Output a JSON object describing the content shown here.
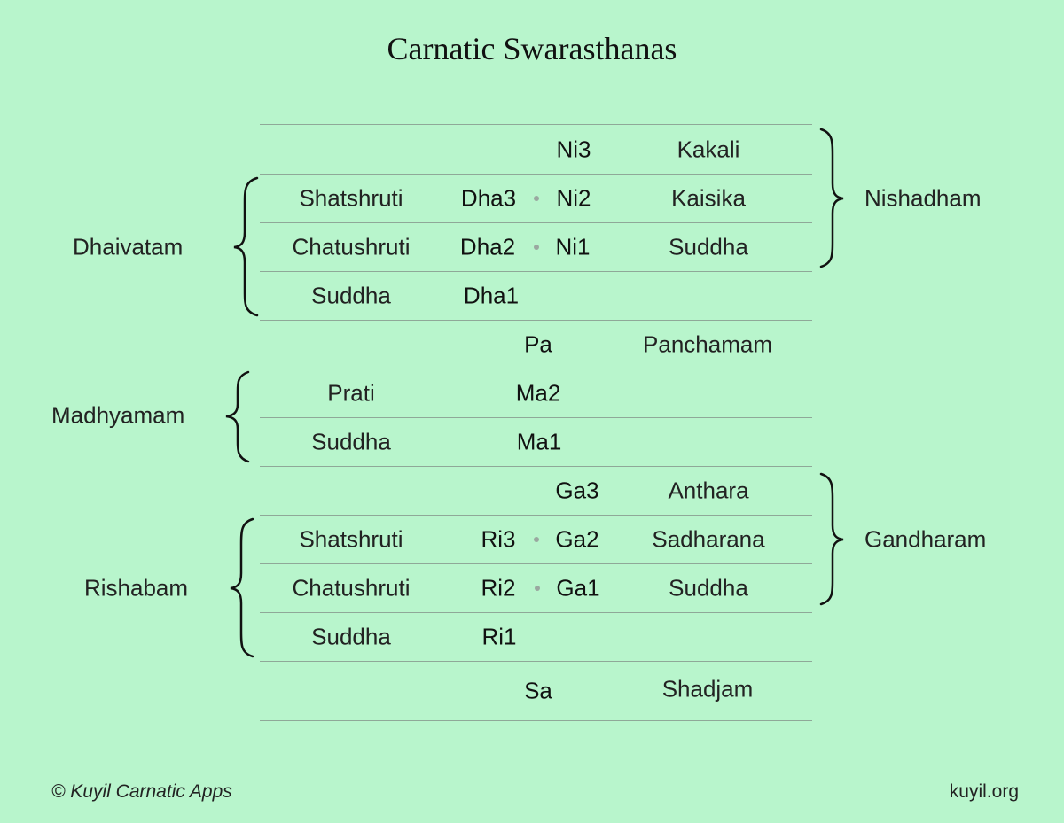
{
  "title": "Carnatic Swarasthanas",
  "rows": [
    {
      "variant": "",
      "left_swara": "",
      "right_swara": "Ni3",
      "right_name": "Kakali",
      "dot": false
    },
    {
      "variant": "Shatshruti",
      "left_swara": "Dha3",
      "right_swara": "Ni2",
      "right_name": "Kaisika",
      "dot": true
    },
    {
      "variant": "Chatushruti",
      "left_swara": "Dha2",
      "right_swara": "Ni1",
      "right_name": "Suddha",
      "dot": true
    },
    {
      "variant": "Suddha",
      "left_swara": "Dha1",
      "right_swara": "",
      "right_name": "",
      "dot": false
    },
    {
      "variant": "",
      "center_swara": "Pa",
      "right_name": "Panchamam"
    },
    {
      "variant": "Prati",
      "center_swara": "Ma2",
      "right_name": ""
    },
    {
      "variant": "Suddha",
      "center_swara": "Ma1",
      "right_name": ""
    },
    {
      "variant": "",
      "left_swara": "",
      "right_swara": "Ga3",
      "right_name": "Anthara",
      "dot": false
    },
    {
      "variant": "Shatshruti",
      "left_swara": "Ri3",
      "right_swara": "Ga2",
      "right_name": "Sadharana",
      "dot": true
    },
    {
      "variant": "Chatushruti",
      "left_swara": "Ri2",
      "right_swara": "Ga1",
      "right_name": "Suddha",
      "dot": true
    },
    {
      "variant": "Suddha",
      "left_swara": "Ri1",
      "right_swara": "",
      "right_name": "",
      "dot": false
    },
    {
      "variant": "",
      "center_swara": "Sa",
      "right_name": "Shadjam"
    }
  ],
  "groups": {
    "left": [
      "Dhaivatam",
      "Madhyamam",
      "Rishabam"
    ],
    "right": [
      "Nishadham",
      "Gandharam"
    ]
  },
  "footer": {
    "copyright": "© Kuyil Carnatic Apps",
    "site": "kuyil.org"
  },
  "colors": {
    "background": "#b8f5cc",
    "rule": "#8fa898",
    "dot": "#9aa8a0"
  }
}
